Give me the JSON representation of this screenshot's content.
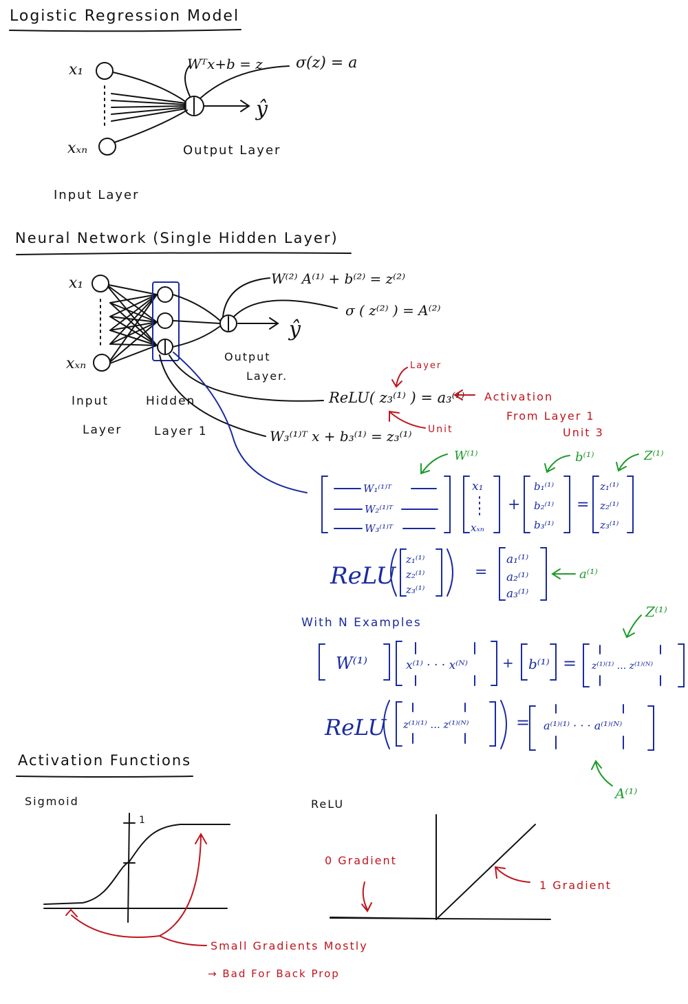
{
  "colors": {
    "ink": "#111111",
    "red": "#c0141c",
    "green": "#1f9a2a",
    "blue": "#1a2aa0"
  },
  "logistic": {
    "title": "Logistic Regression Model",
    "x1": "x₁",
    "xn": "xₓₙ",
    "linear_eq": "Wᵀx+b = z",
    "sigma_eq": "σ(z) = a",
    "yhat": "ŷ",
    "output_label": "Output Layer",
    "input_label": "Input Layer"
  },
  "nn": {
    "title": "Neural Network (Single Hidden Layer)",
    "x1": "x₁",
    "xn": "xₓₙ",
    "eq_layer2": "W⁽²⁾ A⁽¹⁾ + b⁽²⁾ = z⁽²⁾",
    "eq_sigma2": "σ ( z⁽²⁾ ) = A⁽²⁾",
    "yhat": "ŷ",
    "output_line1": "Output",
    "output_line2": "Layer.",
    "input_line1": "Input",
    "input_line2": "Layer",
    "hidden_line1": "Hidden",
    "hidden_line2": "Layer 1",
    "relu_eq": "ReLU( z₃⁽¹⁾ ) = a₃⁽¹⁾",
    "unit_eq": "W₃⁽¹⁾ᵀ x + b₃⁽¹⁾ = z₃⁽¹⁾",
    "note_layer": "Layer",
    "note_unit": "Unit",
    "note_activation": "Activation",
    "note_from_layer": "From Layer 1",
    "note_unit3": "Unit 3"
  },
  "vector": {
    "green_w": "W⁽¹⁾",
    "green_b": "b⁽¹⁾",
    "green_z": "Z⁽¹⁾",
    "w_rows": [
      "W₁⁽¹⁾ᵀ",
      "W₂⁽¹⁾ᵀ",
      "W₃⁽¹⁾ᵀ"
    ],
    "x_top": "x₁",
    "x_bottom": "xₓₙ",
    "plus": "+",
    "b_rows": [
      "b₁⁽¹⁾",
      "b₂⁽¹⁾",
      "b₃⁽¹⁾"
    ],
    "equals": "=",
    "z_rows": [
      "z₁⁽¹⁾",
      "z₂⁽¹⁾",
      "z₃⁽¹⁾"
    ],
    "relu": "ReLU",
    "a_rows": [
      "a₁⁽¹⁾",
      "a₂⁽¹⁾",
      "a₃⁽¹⁾"
    ],
    "green_a": "a⁽¹⁾"
  },
  "examples": {
    "title": "With N Examples",
    "green_Z": "Z⁽¹⁾",
    "W": "W⁽¹⁾",
    "X": "x⁽¹⁾ · · · x⁽ᴺ⁾",
    "plus": "+",
    "b": "b⁽¹⁾",
    "equals": "=",
    "Z": "z⁽¹⁾⁽¹⁾ ... z⁽¹⁾⁽ᴺ⁾",
    "relu": "ReLU",
    "Z2": "z⁽¹⁾⁽¹⁾ ... z⁽¹⁾⁽ᴺ⁾",
    "equals2": "=",
    "A": "a⁽¹⁾⁽¹⁾ · · · a⁽¹⁾⁽ᴺ⁾",
    "green_A": "A⁽¹⁾"
  },
  "activation": {
    "title": "Activation Functions",
    "sigmoid_label": "Sigmoid",
    "sigmoid_tick": "1",
    "relu_label": "ReLU",
    "zero_gradient": "0 Gradient",
    "one_gradient": "1 Gradient",
    "small_gradients": "Small Gradients Mostly",
    "bad_for_backprop": "→ Bad For Back Prop"
  }
}
